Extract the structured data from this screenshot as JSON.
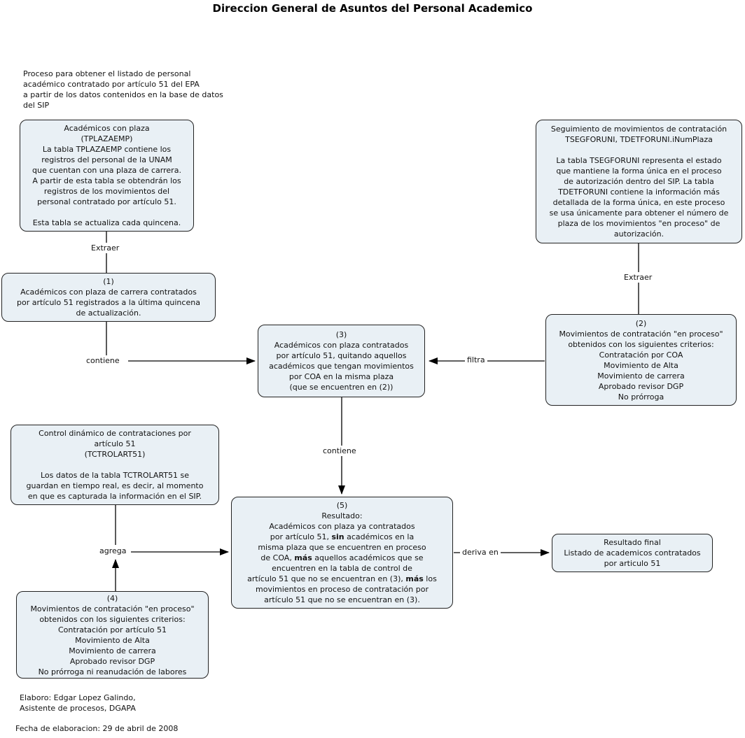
{
  "title": "Direccion General de Asuntos del Personal Academico",
  "intro": "Proceso para obtener el listado de personal\nacadémico contratado por artículo 51 del EPA\na partir de los datos contenidos en la base de datos\ndel SIP",
  "colors": {
    "background": "#ffffff",
    "box_fill": "#e9f0f5",
    "box_border": "#222222",
    "connector_line": "#000000",
    "text": "#111111"
  },
  "boxes": {
    "tplazaemp": {
      "text": "Académicos con plaza\n(TPLAZAEMP)\nLa tabla TPLAZAEMP contiene los\nregistros del personal de la UNAM\nque cuentan con una plaza de carrera.\nA partir de esta tabla se obtendrán los\nregistros de los movimientos del\npersonal contratado por artículo 51.\n\nEsta tabla se actualiza cada quincena."
    },
    "box1": {
      "text": "(1)\nAcadémicos con plaza de carrera contratados\npor artículo 51 registrados a la última quincena\nde actualización."
    },
    "box3": {
      "text": "(3)\nAcadémicos con plaza contratados\npor artículo 51, quitando aquellos\nacadémicos que tengan movimientos\npor COA en la misma plaza\n(que se encuentren en (2))"
    },
    "tsegforuni": {
      "text": "Seguimiento de movimientos de contratación\nTSEGFORUNI, TDETFORUNI.iNumPlaza\n\nLa tabla TSEGFORUNI representa el estado\nque mantiene la forma única en el proceso\nde autorización dentro del SIP. La tabla\nTDETFORUNI contiene la información más\ndetallada de la forma única, en este proceso\nse usa únicamente para obtener el número de\nplaza de los movimientos \"en proceso\" de\nautorización."
    },
    "box2": {
      "text": "(2)\nMovimientos de contratación \"en proceso\"\nobtenidos con los siguientes criterios:\nContratación por COA\nMovimiento de Alta\nMovimiento de carrera\nAprobado revisor DGP\nNo prórroga"
    },
    "control": {
      "text": "Control dinámico de contrataciones por\nartículo 51\n(TCTROLART51)\n\nLos datos de la tabla TCTROLART51 se\nguardan en tiempo real, es decir, al momento\nen que es capturada la información en el SIP."
    },
    "box4": {
      "text": "(4)\nMovimientos de contratación \"en proceso\"\nobtenidos con los siguientes criterios:\nContratación por artículo 51\nMovimiento de Alta\nMovimiento de carrera\nAprobado revisor DGP\nNo prórroga ni reanudación de labores"
    },
    "box5": {
      "segments": [
        {
          "text": "(5)\nResultado:\nAcadémicos con plaza ya contratados\npor artículo 51, ",
          "bold": false
        },
        {
          "text": "sin",
          "bold": true
        },
        {
          "text": " académicos en la\nmisma plaza que se encuentren en proceso\nde COA, ",
          "bold": false
        },
        {
          "text": "más",
          "bold": true
        },
        {
          "text": " aquellos académicos que se\nencuentren en la tabla de control de\nartículo 51 que no se encuentran en (3), ",
          "bold": false
        },
        {
          "text": "más",
          "bold": true
        },
        {
          "text": " los\nmovimientos en proceso de contratación por\nartículo 51 que no se encuentran en (3).",
          "bold": false
        }
      ]
    },
    "resultado_final": {
      "text": "Resultado final\nListado de  academicos contratados\npor articulo 51"
    }
  },
  "labels": {
    "extraer_left": "Extraer",
    "extraer_right": "Extraer",
    "contiene_left": "contiene",
    "contiene_center": "contiene",
    "filtra": "filtra",
    "agrega": "agrega",
    "deriva_en": "deriva en"
  },
  "footer": {
    "elaboro": "Elaboro: Edgar Lopez Galindo,\nAsistente de procesos, DGAPA",
    "fecha": "Fecha de elaboracion: 29 de abril de 2008"
  }
}
